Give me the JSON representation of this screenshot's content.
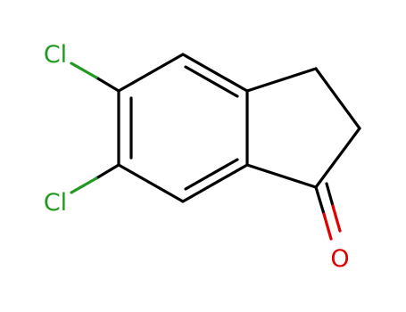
{
  "molecule": {
    "atoms": [
      {
        "id": "cl1",
        "label": "Cl",
        "color": "#1f9a1f"
      },
      {
        "id": "cl2",
        "label": "Cl",
        "color": "#1f9a1f"
      },
      {
        "id": "o1",
        "label": "O",
        "color": "#e00000"
      }
    ],
    "colors": {
      "bond": "#000000",
      "chlorine": "#1f9a1f",
      "oxygen": "#e00000",
      "background": "#ffffff"
    }
  }
}
